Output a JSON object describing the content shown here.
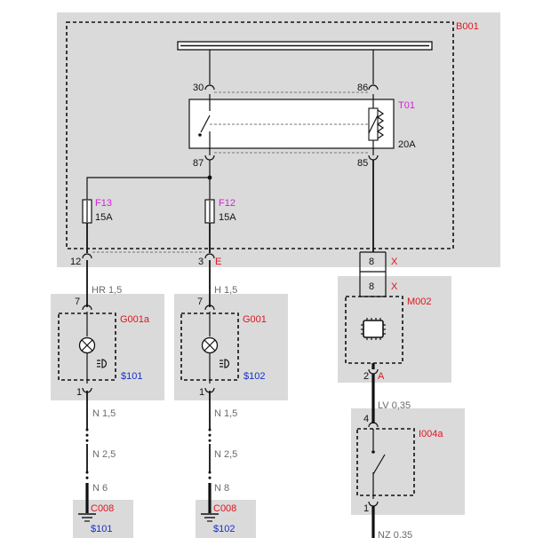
{
  "module": {
    "id": "B001"
  },
  "relay": {
    "id": "T01",
    "rating": "20A",
    "pins": {
      "p30": "30",
      "p86": "86",
      "p87": "87",
      "p85": "85"
    }
  },
  "fuses": [
    {
      "id": "F13",
      "rating": "15A"
    },
    {
      "id": "F12",
      "rating": "15A"
    }
  ],
  "connectors": {
    "c12": "12",
    "c3": "3",
    "c3_letter": "E",
    "c8_top": "8",
    "c8_top_letter": "X",
    "c8_bottom": "8",
    "c8_bottom_letter": "X"
  },
  "lamp_left": {
    "id": "G001a",
    "pin_top": "7",
    "pin_bottom": "1",
    "wire_in": "HR 1,5",
    "splice": "$101",
    "wires_out": [
      "N 1,5",
      "N 2,5",
      "N 6"
    ]
  },
  "lamp_right": {
    "id": "G001",
    "pin_top": "7",
    "pin_bottom": "1",
    "wire_in": "H 1,5",
    "splice": "$102",
    "wires_out": [
      "N 1,5",
      "N 2,5",
      "N 8"
    ]
  },
  "ecu": {
    "id": "M002",
    "pin_bottom": "2",
    "pin_letter": "A",
    "wire_out": "LV 0,35"
  },
  "switch": {
    "id": "I004a",
    "pin_top": "4",
    "pin_bottom": "1",
    "wire_out": "NZ 0,35"
  },
  "grounds": [
    {
      "id": "C008",
      "splice": "$101"
    },
    {
      "id": "C008",
      "splice": "$102"
    }
  ],
  "colors": {
    "label_red": "#e0141e",
    "label_magenta": "#d61fd6",
    "splice_blue": "#1530c8",
    "panel_grey": "#dadada"
  }
}
